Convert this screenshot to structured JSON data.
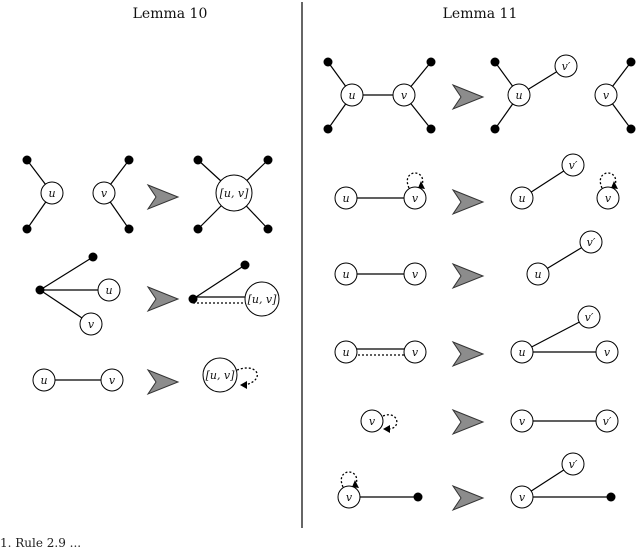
{
  "panels": {
    "left_title": "Lemma 10",
    "right_title": "Lemma 11"
  },
  "labels": {
    "u": "u",
    "v": "v",
    "uv": "[u, v]",
    "vprime": "v′"
  },
  "caption_fragment": "1. Rule 2.9 ...",
  "colors": {
    "arrow_fill": "#8c8c8c",
    "arrow_stroke": "#333333",
    "divider": "#000000",
    "node_fill": "#ffffff",
    "terminal_fill": "#000000"
  }
}
